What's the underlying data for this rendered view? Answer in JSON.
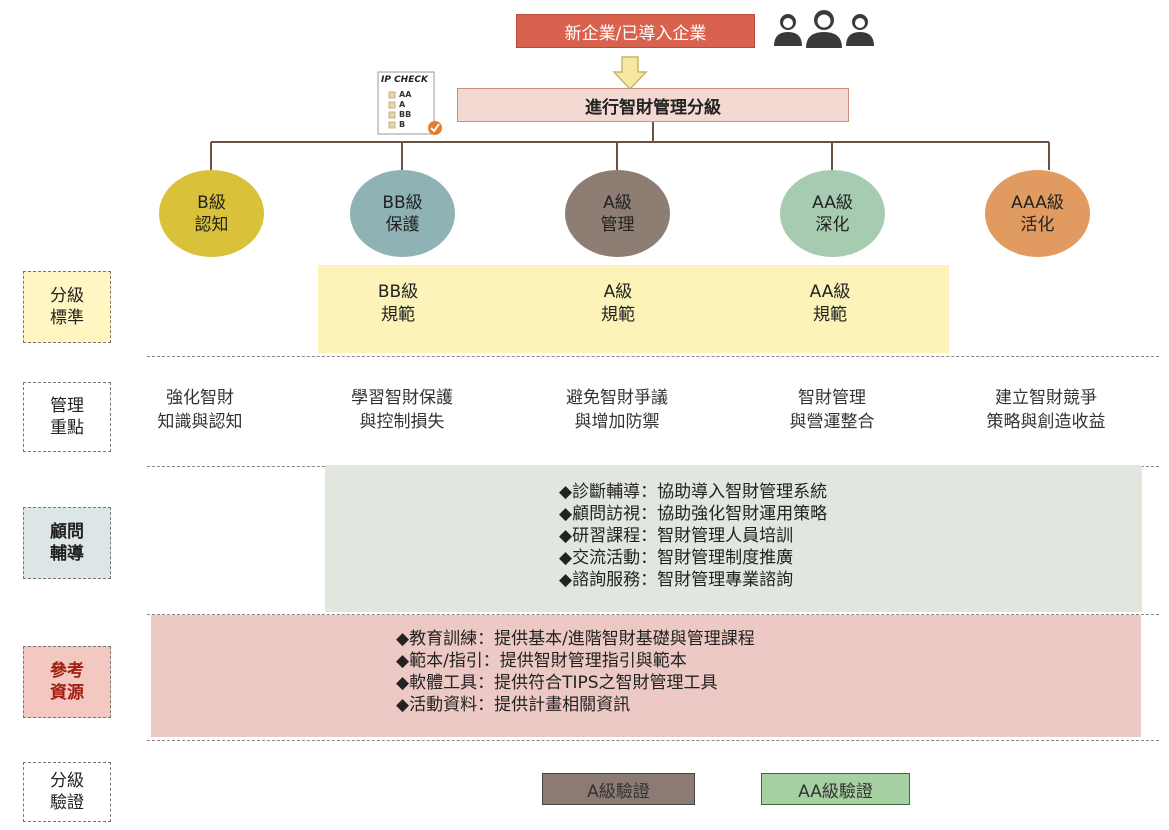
{
  "top": {
    "entry_label": "新企業/已導入企業",
    "people_icon": "people-icon",
    "grading_title": "進行智財管理分級"
  },
  "checklist": {
    "title": "IP CHECK",
    "items": [
      "AA",
      "A",
      "BB",
      "B"
    ]
  },
  "levels": [
    {
      "name": "B級",
      "desc": "認知",
      "color": "#d9c23a"
    },
    {
      "name": "BB級",
      "desc": "保護",
      "color": "#8fb3b4"
    },
    {
      "name": "A級",
      "desc": "管理",
      "color": "#8d7d73"
    },
    {
      "name": "AA級",
      "desc": "深化",
      "color": "#a6cbb0"
    },
    {
      "name": "AAA級",
      "desc": "活化",
      "color": "#e19a5f"
    }
  ],
  "rows": [
    {
      "line1": "分級",
      "line2": "標準"
    },
    {
      "line1": "管理",
      "line2": "重點"
    },
    {
      "line1": "顧問",
      "line2": "輔導"
    },
    {
      "line1": "參考",
      "line2": "資源"
    },
    {
      "line1": "分級",
      "line2": "驗證"
    }
  ],
  "standards": [
    {
      "line1": "BB級",
      "line2": "規範"
    },
    {
      "line1": "A級",
      "line2": "規範"
    },
    {
      "line1": "AA級",
      "line2": "規範"
    }
  ],
  "focus": [
    {
      "line1": "強化智財",
      "line2": "知識與認知"
    },
    {
      "line1": "學習智財保護",
      "line2": "與控制損失"
    },
    {
      "line1": "避免智財爭議",
      "line2": "與增加防禦"
    },
    {
      "line1": "智財管理",
      "line2": "與營運整合"
    },
    {
      "line1": "建立智財競爭",
      "line2": "策略與創造收益"
    }
  ],
  "consulting": [
    "◆診斷輔導：協助導入智財管理系統",
    "◆顧問訪視：協助強化智財運用策略",
    "◆研習課程：智財管理人員培訓",
    "◆交流活動：智財管理制度推廣",
    "◆諮詢服務：智財管理專業諮詢"
  ],
  "resources": [
    "◆教育訓練：提供基本/進階智財基礎與管理課程",
    "◆範本/指引：提供智財管理指引與範本",
    "◆軟體工具：提供符合TIPS之智財管理工具",
    "◆活動資料：提供計畫相關資訊"
  ],
  "certification": {
    "a": "A級驗證",
    "aa": "AA級驗證"
  }
}
